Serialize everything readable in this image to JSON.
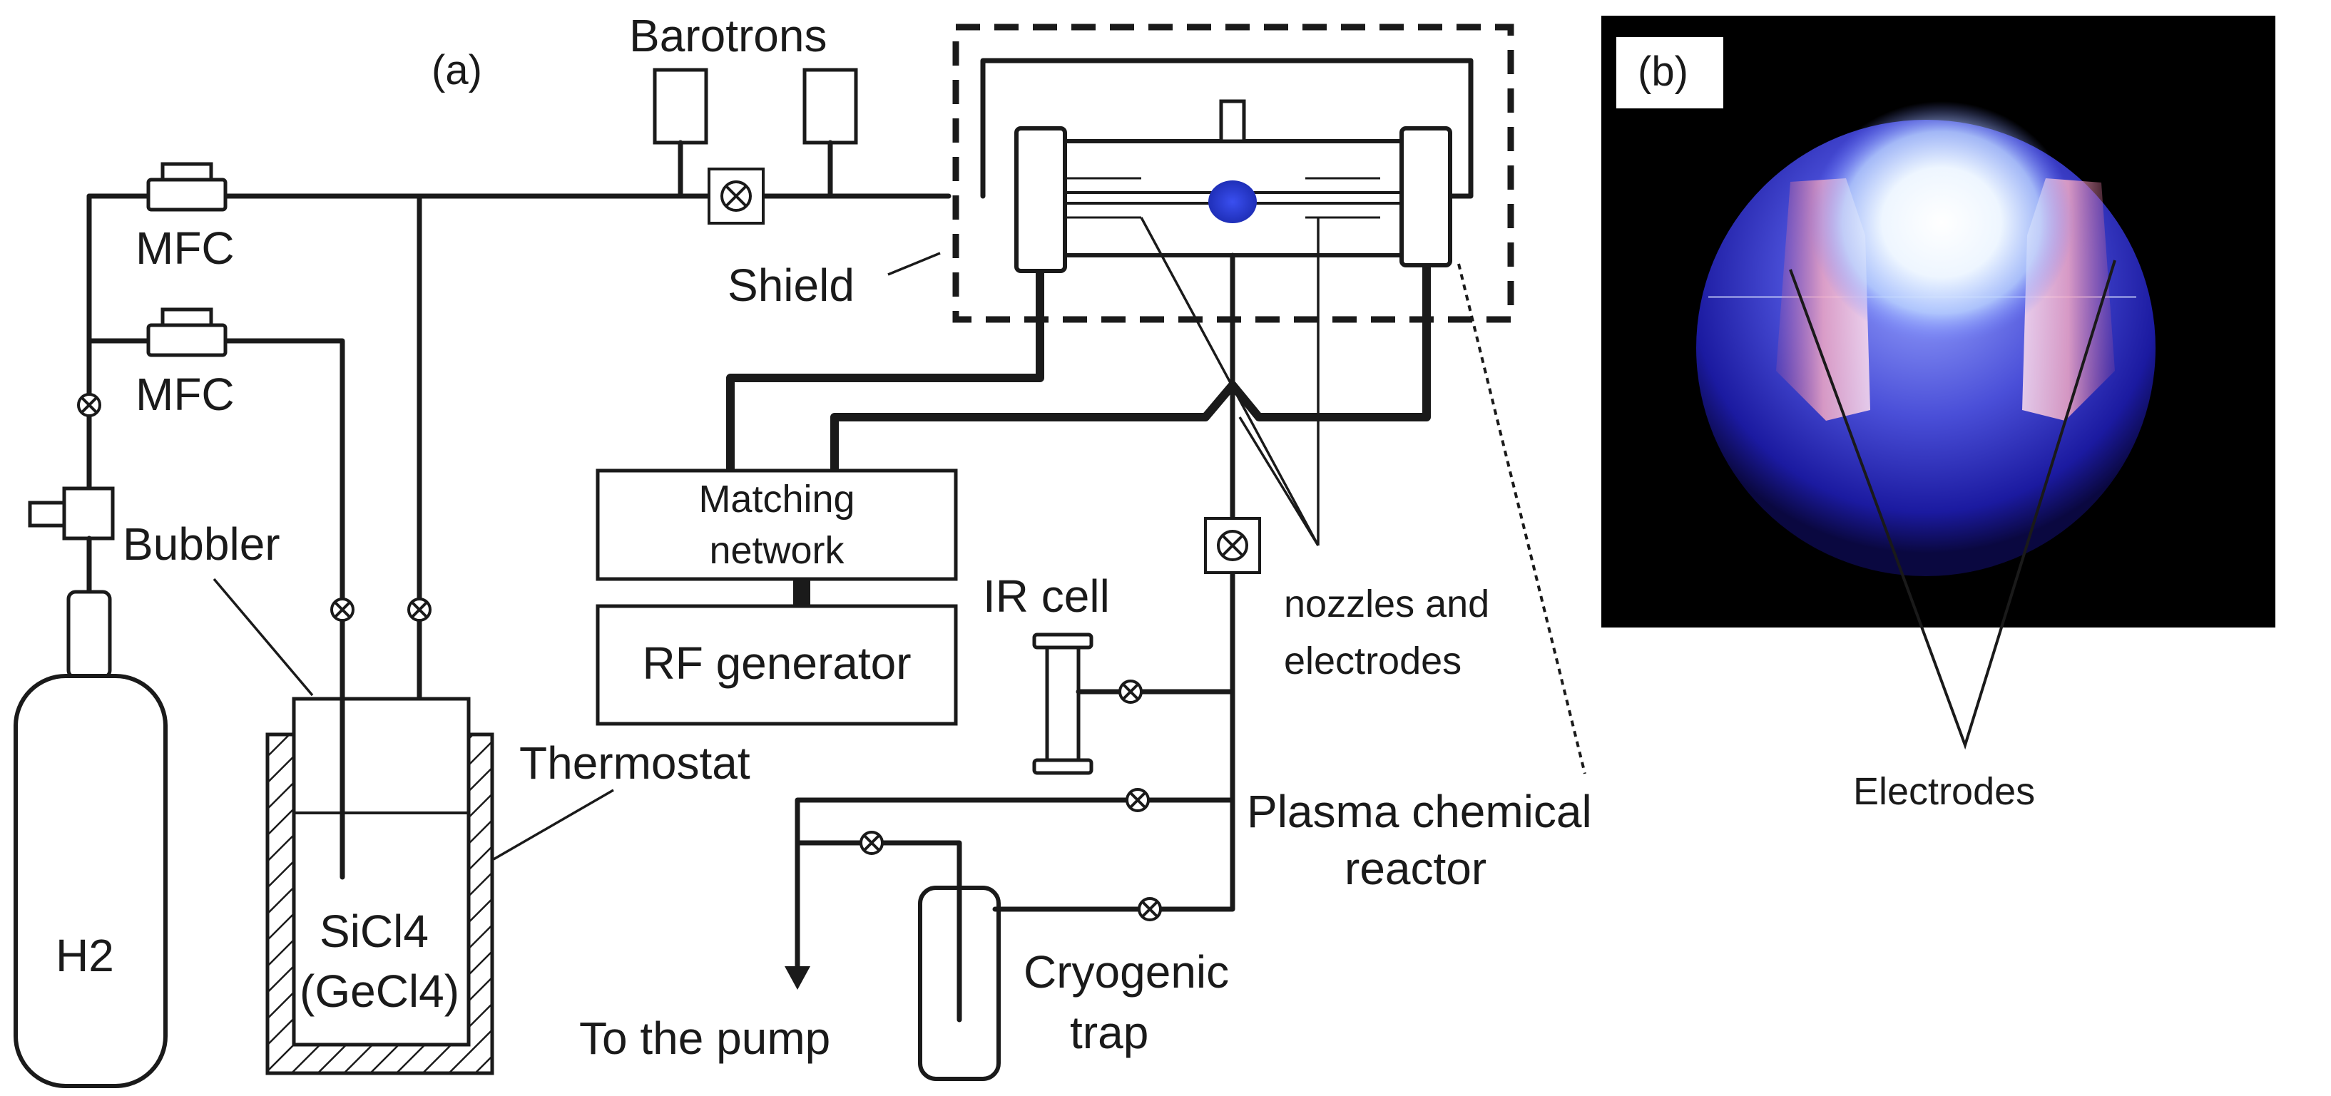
{
  "figure": {
    "panel_a_label": "(a)",
    "panel_b_label": "(b)",
    "labels": {
      "barotrons": "Barotrons",
      "mfc_top": "MFC",
      "mfc_bottom": "MFC",
      "shield": "Shield",
      "bubbler": "Bubbler",
      "thermostat": "Thermostat",
      "matching_network_line1": "Matching",
      "matching_network_line2": "network",
      "rf_generator": "RF generator",
      "ir_cell": "IR cell",
      "nozzles_line1": "nozzles and",
      "nozzles_line2": "electrodes",
      "reactor_line1": "Plasma chemical",
      "reactor_line2": "reactor",
      "to_the_pump": "To the pump",
      "cryogenic_line1": "Cryogenic",
      "cryogenic_line2": "trap",
      "h2": "H2",
      "sicl4": "SiCl4",
      "gecl4": "(GeCl4)",
      "electrodes": "Electrodes"
    },
    "colors": {
      "plasma_blob": "#2a3fd0",
      "photo_background": "#000000",
      "line": "#1a1a1a"
    }
  }
}
